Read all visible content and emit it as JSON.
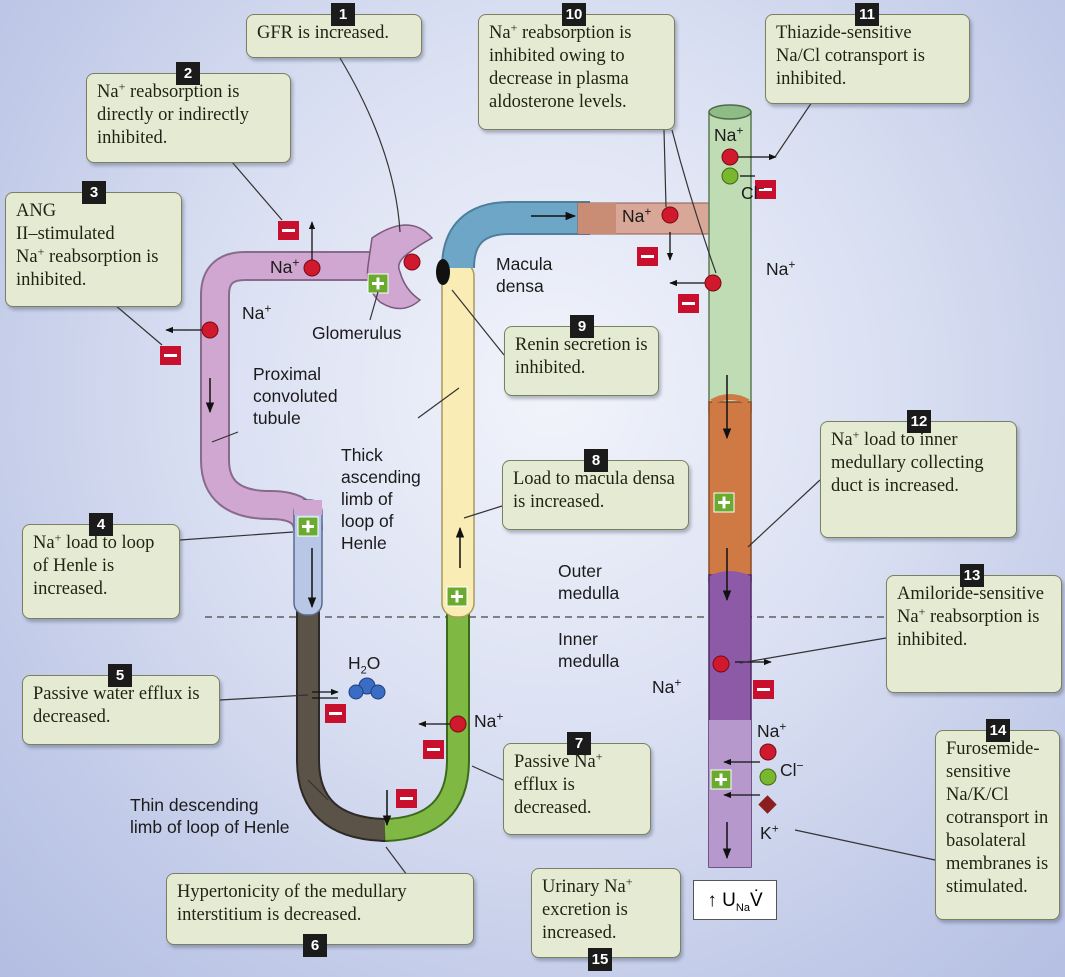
{
  "colors": {
    "proximal_tubule": "#cfa7d0",
    "descending_limb": "#5b5248",
    "thin_ascending": "#7fb843",
    "thick_ascending": "#f9ecb4",
    "distal_tubule": "#6ea6c8",
    "connecting_segment": "#c98c75",
    "cortical_collecting": "#bfdcb4",
    "outer_medullary_collecting": "#cf7a45",
    "inner_medullary_collecting": "#7d4a9a",
    "sodium_dot": "#d1192e",
    "chloride_dot": "#79b72e",
    "potassium_dot": "#8b1f1f",
    "inhibit_sign": "#c8102e",
    "stimulate_sign": "#6aaa2f"
  },
  "callouts": [
    {
      "num": "1",
      "text": "GFR is increased."
    },
    {
      "num": "2",
      "pre": "Na",
      "sup": "+",
      "post": " reabsorption is directly or indirectly inhibited."
    },
    {
      "num": "3",
      "line1": "ANG",
      "line2": "II–stimulated",
      "pre": "Na",
      "sup": "+",
      "post": " reabsorption is inhibited."
    },
    {
      "num": "4",
      "pre": "Na",
      "sup": "+",
      "post": " load to loop of Henle is increased."
    },
    {
      "num": "5",
      "text": "Passive water efflux is decreased."
    },
    {
      "num": "6",
      "text": "Hypertonicity of the medullary interstitium is decreased."
    },
    {
      "num": "7",
      "pre": "Passive Na",
      "sup": "+",
      "post": " efflux is decreased."
    },
    {
      "num": "8",
      "text": "Load to macula densa is increased."
    },
    {
      "num": "9",
      "text": "Renin secretion is inhibited."
    },
    {
      "num": "10",
      "pre": "Na",
      "sup": "+",
      "post": " reabsorption is inhibited owing to decrease in plasma aldosterone levels."
    },
    {
      "num": "11",
      "text": "Thiazide-sensitive Na/Cl cotransport is inhibited."
    },
    {
      "num": "12",
      "pre": "Na",
      "sup": "+",
      "post": " load to inner medullary collecting duct is increased."
    },
    {
      "num": "13",
      "pre": "Amiloride-sensitive Na",
      "sup": "+",
      "post": " reabsorption is inhibited."
    },
    {
      "num": "14",
      "text": "Furosemide-sensitive Na/K/Cl cotransport in basolateral membranes is stimulated."
    },
    {
      "num": "15",
      "pre": "Urinary Na",
      "sup": "+",
      "post": " excretion is increased."
    }
  ],
  "labels": {
    "glomerulus": "Glomerulus",
    "proximal_line1": "Proximal",
    "proximal_line2": "convoluted",
    "proximal_line3": "tubule",
    "thick_line1": "Thick",
    "thick_line2": "ascending",
    "thick_line3": "limb of",
    "thick_line4": "loop of",
    "thick_line5": "Henle",
    "macula_line1": "Macula",
    "macula_line2": "densa",
    "thin_line1": "Thin descending",
    "thin_line2": "limb of loop of Henle",
    "outer_line1": "Outer",
    "outer_line2": "medulla",
    "inner_line1": "Inner",
    "inner_line2": "medulla",
    "water_base": "H",
    "water_sub": "2",
    "water_tail": "O",
    "na_base": "Na",
    "na_sup": "+",
    "cl_base": "Cl",
    "cl_sup": "−",
    "k_base": "K",
    "k_sup": "+",
    "urine_u": "U",
    "urine_sub": "Na",
    "urine_v": "V̇"
  }
}
